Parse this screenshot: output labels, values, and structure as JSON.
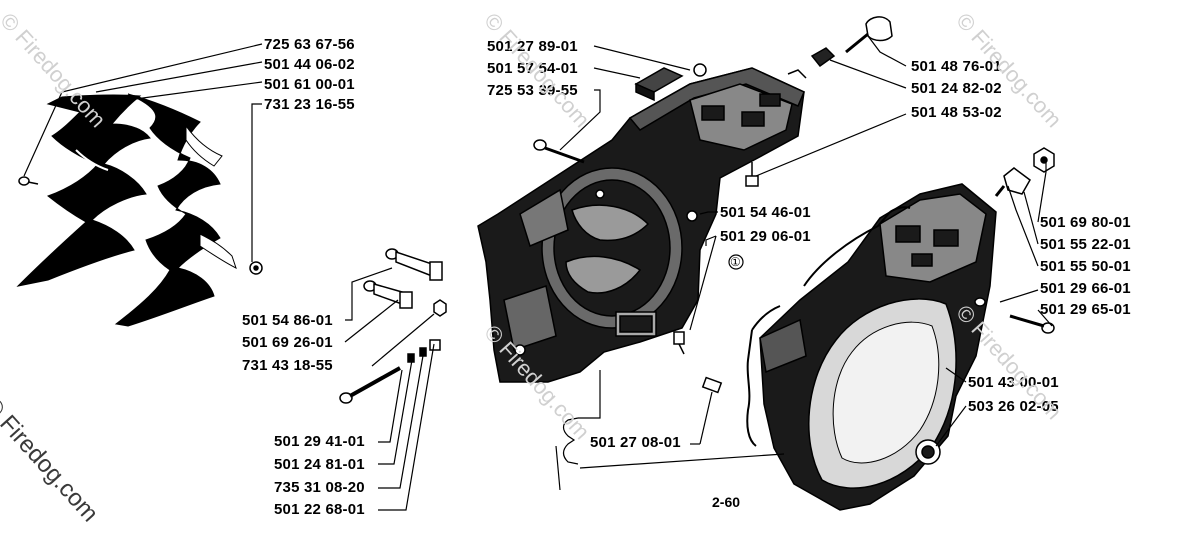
{
  "diagram": {
    "figure_number": "2-60",
    "circled_marker": "①",
    "watermark": "© Firedog.com",
    "part_labels": {
      "p_725_63_67_56": "725 63 67-56",
      "p_501_44_06_02": "501 44 06-02",
      "p_501_61_00_01": "501 61 00-01",
      "p_731_23_16_55": "731 23 16-55",
      "p_501_27_89_01": "501 27 89-01",
      "p_501_57_54_01": "501 57 54-01",
      "p_725_53_39_55": "725 53 39-55",
      "p_501_48_76_01": "501 48 76-01",
      "p_501_24_82_02": "501 24 82-02",
      "p_501_48_53_02": "501 48 53-02",
      "p_501_54_46_01": "501 54 46-01",
      "p_501_29_06_01": "501 29 06-01",
      "p_501_69_80_01": "501 69 80-01",
      "p_501_55_22_01": "501 55 22-01",
      "p_501_55_50_01": "501 55 50-01",
      "p_501_29_66_01": "501 29 66-01",
      "p_501_29_65_01": "501 29 65-01",
      "p_501_54_86_01": "501 54 86-01",
      "p_501_69_26_01": "501 69 26-01",
      "p_731_43_18_55": "731 43 18-55",
      "p_501_43_00_01": "501 43 00-01",
      "p_503_26_02_05": "503 26 02-05",
      "p_501_27_08_01": "501 27 08-01",
      "p_501_29_41_01": "501 29 41-01",
      "p_501_24_81_01": "501 24 81-01",
      "p_735_31_08_20": "735 31 08-20",
      "p_501_22_68_01": "501 22 68-01"
    }
  }
}
